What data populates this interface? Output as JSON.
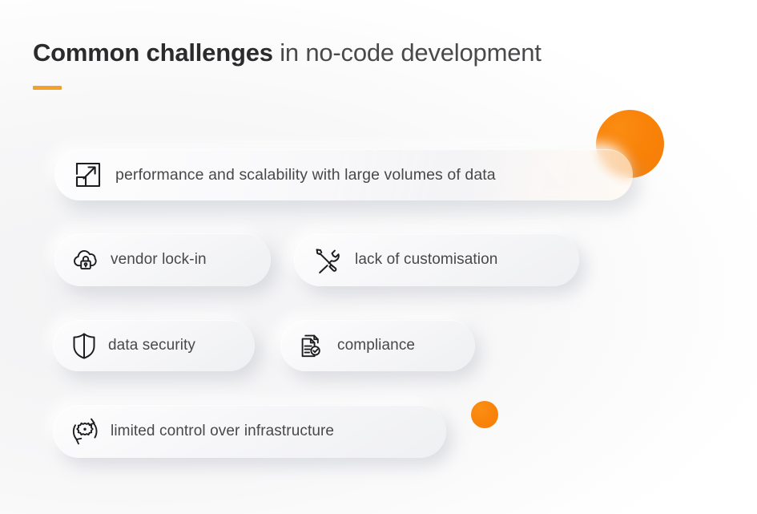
{
  "heading": {
    "strong": "Common challenges",
    "light": " in no-code development"
  },
  "accent_color": "#f2a22c",
  "blob_color": "#f9830a",
  "background_color": "#ffffff",
  "text_color": "#48484a",
  "challenges": [
    {
      "id": "performance",
      "icon": "scale-expand-icon",
      "label": "performance and scalability with large volumes of data"
    },
    {
      "id": "vendor",
      "icon": "cloud-lock-icon",
      "label": "vendor lock-in"
    },
    {
      "id": "custom",
      "icon": "screwdriver-wrench-icon",
      "label": "lack of customisation"
    },
    {
      "id": "security",
      "icon": "shield-icon",
      "label": "data security"
    },
    {
      "id": "compliance",
      "icon": "document-check-icon",
      "label": "compliance"
    },
    {
      "id": "infra",
      "icon": "gear-refresh-icon",
      "label": "limited control over infrastructure"
    }
  ]
}
